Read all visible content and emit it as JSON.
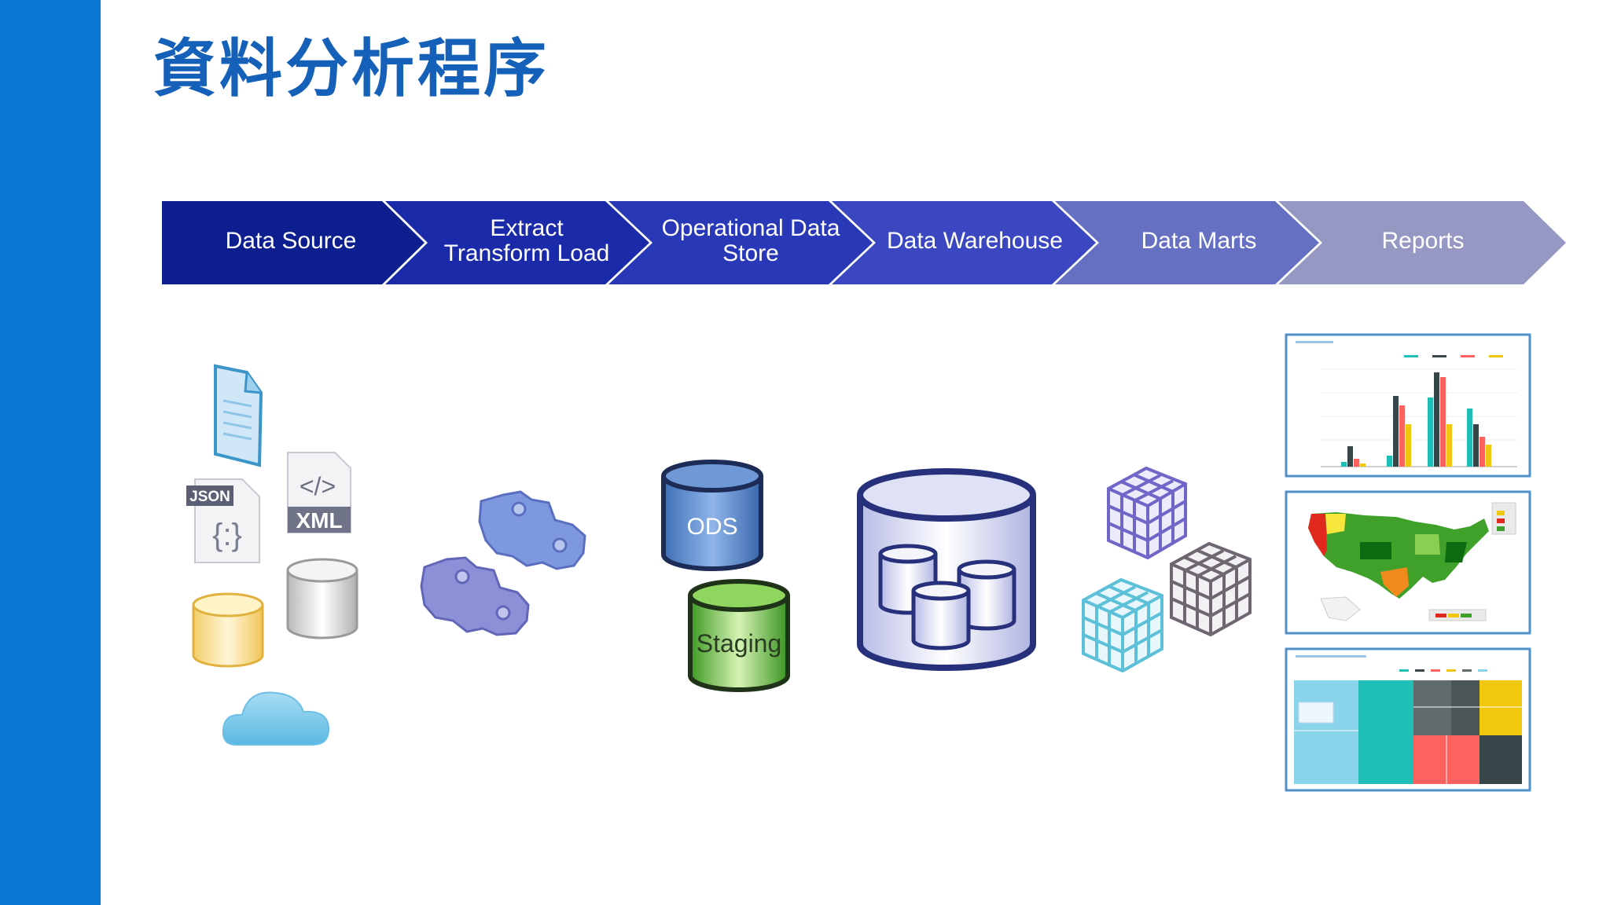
{
  "title": "資料分析程序",
  "colors": {
    "sidebar": "#0a78d2",
    "title": "#1560b8",
    "steps": [
      "#0d1f8f",
      "#1a2aa8",
      "#2838b6",
      "#3a47c0",
      "#6670c2",
      "#9698c4"
    ]
  },
  "steps": [
    {
      "label": "Data Source"
    },
    {
      "label": "Extract\nTransform Load"
    },
    {
      "label": "Operational Data\nStore"
    },
    {
      "label": "Data Warehouse"
    },
    {
      "label": "Data Marts"
    },
    {
      "label": "Reports"
    }
  ],
  "icons": {
    "json": "JSON",
    "json_braces": "{:}",
    "xml_code": "</>",
    "xml": "XML",
    "ods": "ODS",
    "staging": "Staging"
  }
}
